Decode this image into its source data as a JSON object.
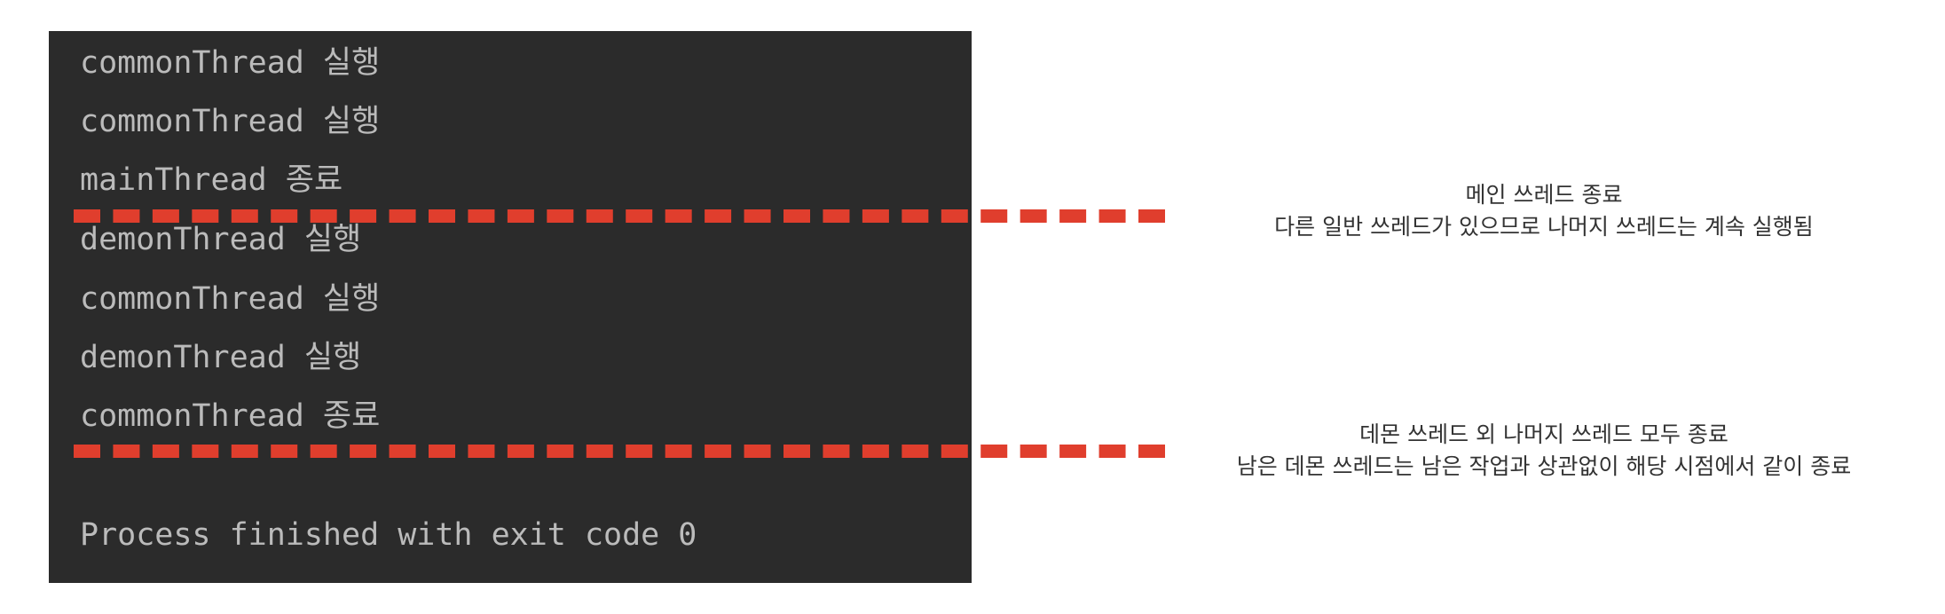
{
  "console": {
    "lines": [
      "commonThread 실행",
      "commonThread 실행",
      "mainThread 종료",
      "demonThread 실행",
      "commonThread 실행",
      "demonThread 실행",
      "commonThread 종료",
      "",
      "Process finished with exit code 0"
    ]
  },
  "annotations": {
    "main_end": {
      "line1": "메인 쓰레드 종료",
      "line2": "다른 일반 쓰레드가 있으므로 나머지 쓰레드는 계속 실행됨"
    },
    "common_end": {
      "line1": "데몬 쓰레드 외 나머지 쓰레드 모두 종료",
      "line2": "남은 데몬 쓰레드는 남은 작업과 상관없이 해당 시점에서 같이 종료"
    }
  },
  "colors": {
    "console_bg": "#2b2b2b",
    "console_text": "#bbbbbb",
    "divider": "#e03e2d"
  }
}
